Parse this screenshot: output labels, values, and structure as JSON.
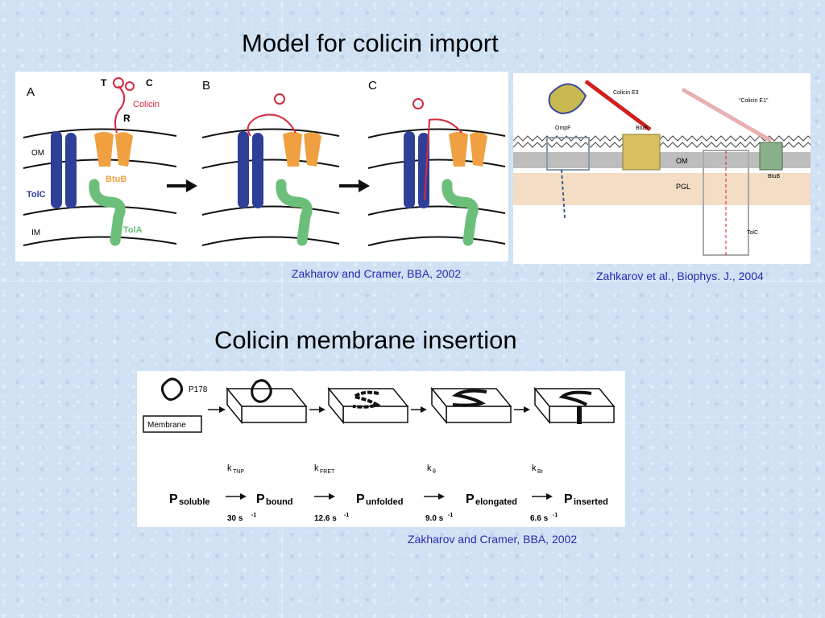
{
  "slide": {
    "title_top": "Model for colicin import",
    "title_bottom": "Colicin membrane insertion"
  },
  "figure_import": {
    "panel_labels": [
      "A",
      "B",
      "C"
    ],
    "labels": {
      "T": "T",
      "C": "C",
      "R": "R",
      "colicin": "Colicin",
      "btub": "BtuB",
      "tolc": "TolC",
      "tola": "TolA",
      "om": "OM",
      "im": "IM"
    },
    "caption": "Zakharov and Cramer, BBA, 2002",
    "colors": {
      "tolc": "#2e3f98",
      "btub": "#f0a040",
      "tola": "#6cbf7a",
      "colicin": "#d8283c"
    }
  },
  "figure_structure": {
    "labels": {
      "colicin_e3": "Colicin E3",
      "colicin_e1": "\"Colicin E1\"",
      "ompf": "OmpF",
      "btub": "BtuB",
      "om": "OM",
      "pgl": "PGL",
      "tolc": "TolC",
      "btub2": "BtuB"
    },
    "caption": "Zahkarov et al., Biophys. J., 2004",
    "colors": {
      "om_band": "#bdbdbd",
      "pgl_band": "#f3ddc4"
    }
  },
  "figure_insertion": {
    "p178": "P178",
    "membrane": "Membrane",
    "steps": [
      {
        "P": "P",
        "sub": "soluble"
      },
      {
        "P": "P",
        "sub": "bound"
      },
      {
        "P": "P",
        "sub": "unfolded"
      },
      {
        "P": "P",
        "sub": "elongated"
      },
      {
        "P": "P",
        "sub": "inserted"
      }
    ],
    "rates": [
      {
        "k": "k",
        "sub": "TNP",
        "value": "30 s",
        "exp": "-1"
      },
      {
        "k": "k",
        "sub": "FRET",
        "value": "12.6 s",
        "exp": "-1"
      },
      {
        "k": "k",
        "sub": "θ",
        "value": "9.0 s",
        "exp": "-1"
      },
      {
        "k": "k",
        "sub": "Br",
        "value": "6.6 s",
        "exp": "-1"
      }
    ],
    "caption": "Zakharov and Cramer, BBA, 2002"
  }
}
